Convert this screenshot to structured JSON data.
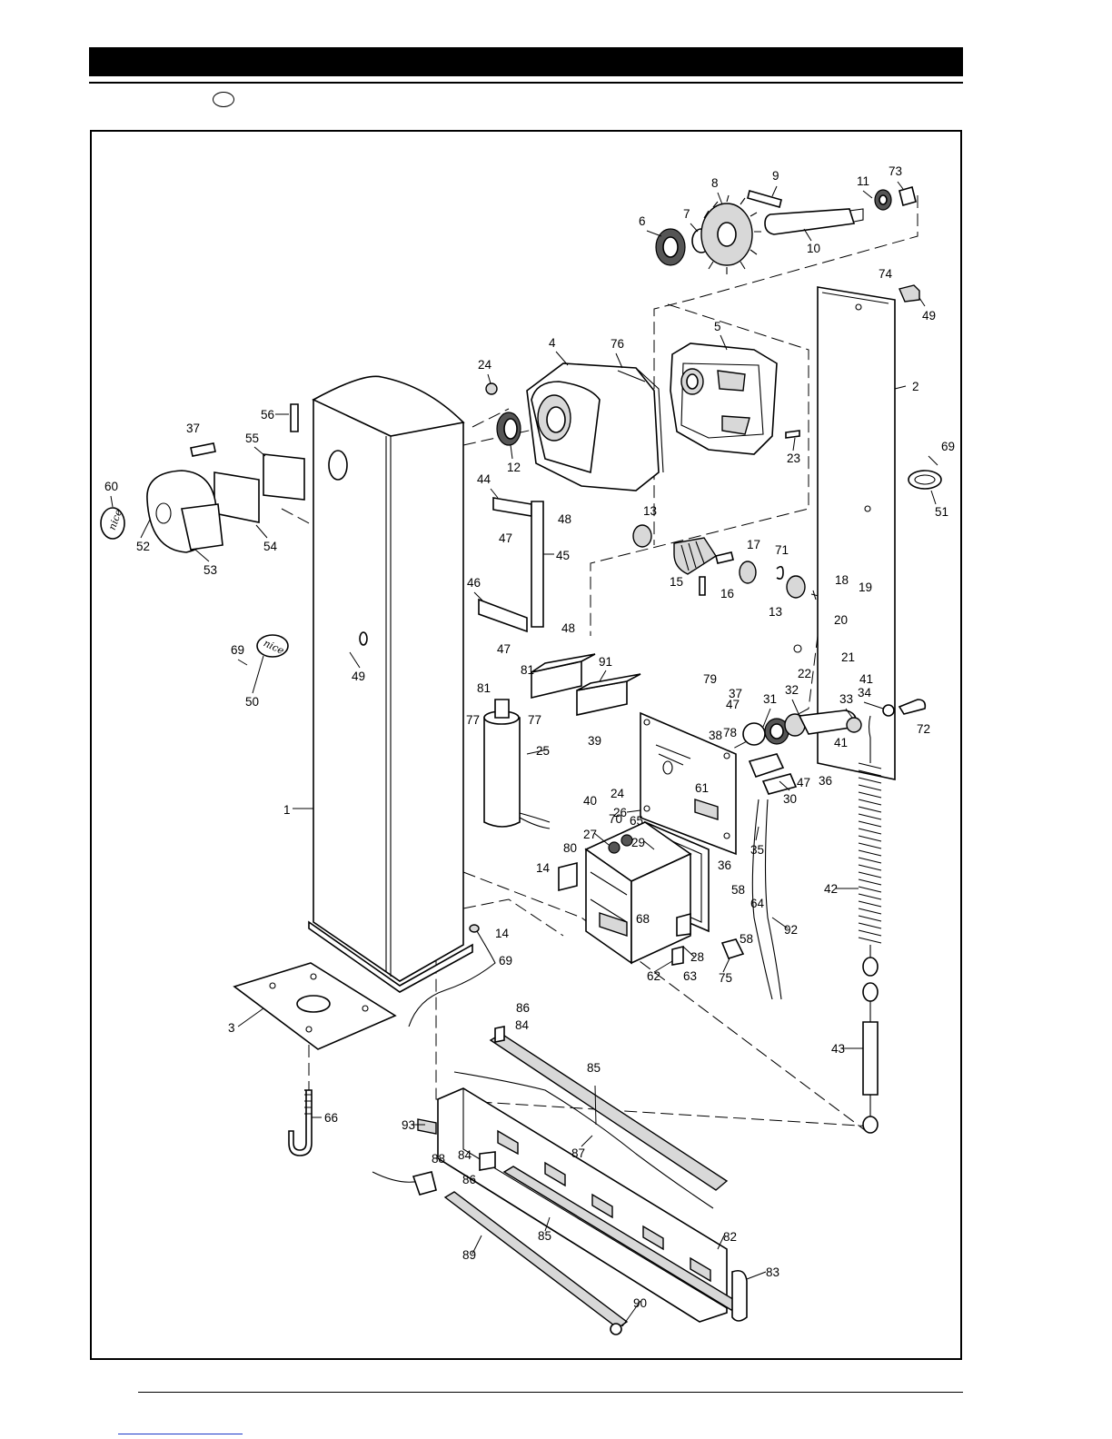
{
  "header": {
    "bar_color": "#000000"
  },
  "diagram": {
    "part_numbers": [
      "1",
      "2",
      "3",
      "4",
      "5",
      "6",
      "7",
      "8",
      "9",
      "10",
      "11",
      "12",
      "13",
      "14",
      "15",
      "16",
      "17",
      "18",
      "19",
      "20",
      "21",
      "22",
      "23",
      "24",
      "25",
      "26",
      "27",
      "28",
      "29",
      "30",
      "31",
      "32",
      "33",
      "34",
      "35",
      "36",
      "37",
      "38",
      "39",
      "40",
      "41",
      "42",
      "43",
      "44",
      "45",
      "46",
      "47",
      "48",
      "49",
      "50",
      "51",
      "52",
      "53",
      "54",
      "55",
      "56",
      "58",
      "60",
      "61",
      "62",
      "63",
      "64",
      "65",
      "66",
      "68",
      "69",
      "70",
      "71",
      "72",
      "73",
      "74",
      "75",
      "76",
      "77",
      "78",
      "79",
      "80",
      "81",
      "82",
      "83",
      "84",
      "85",
      "86",
      "87",
      "88",
      "89",
      "90",
      "91",
      "92",
      "93"
    ],
    "logo_text": "nice"
  },
  "footer": {
    "link_color": "#1a37c8"
  }
}
